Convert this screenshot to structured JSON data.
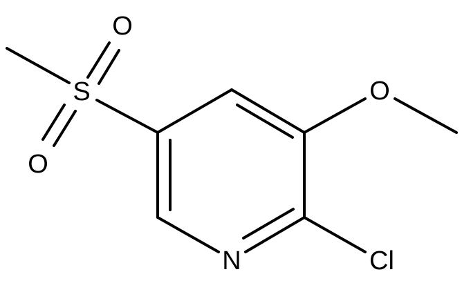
{
  "atoms": {
    "o_top": "O",
    "s": "S",
    "o_bottom": "O",
    "o_methoxy": "O",
    "n": "N",
    "cl": "Cl"
  }
}
